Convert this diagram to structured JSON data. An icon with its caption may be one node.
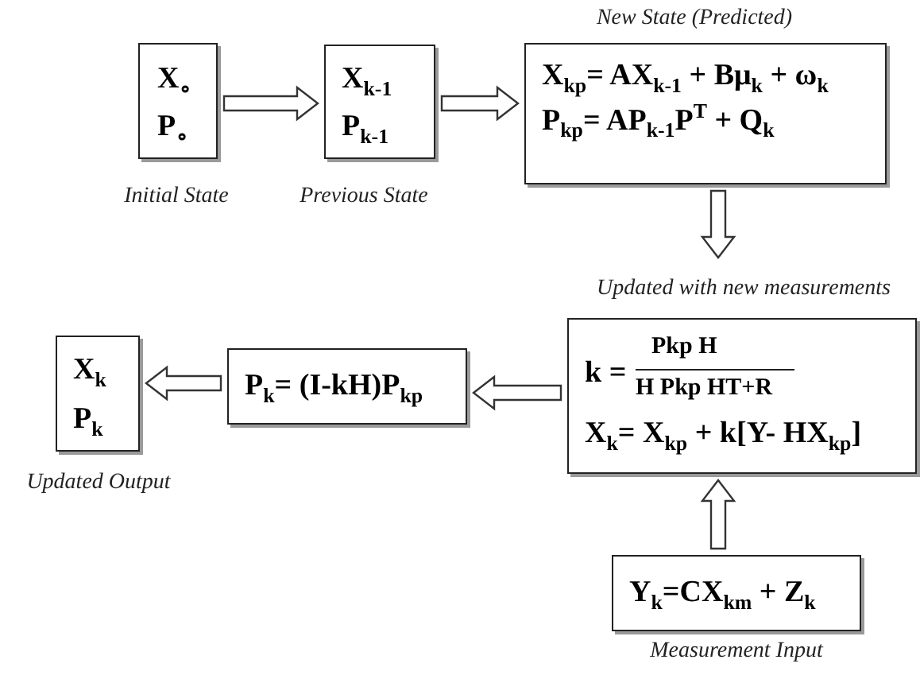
{
  "diagram": {
    "nodes": [
      {
        "text": [
          "X$_{∘}$",
          "P$_{∘}$"
        ],
        "beside": [
          "Initial State"
        ]
      },
      {
        "text": [
          "X$_{k-1}$",
          "P$_{k-1}$"
        ],
        "beside": [
          "Previous State"
        ]
      },
      {
        "text": [
          "X$_{kp}$= AX$_{k-1}$ + Bμ$_{k}$ + ω$_{k}$",
          "P$_{kp}$= AP$_{k-1}$P$^{T}$ + Q$_{k}$"
        ],
        "beside": [
          "New State (Predicted)"
        ]
      },
      {
        "text": [
          "k =",
          "Pkp H",
          "H Pkp HT+R",
          "X$_{k}$= X$_{kp}$ + k[Y- HX$_{kp}$]"
        ],
        "beside": [
          "Updated with new measurements"
        ]
      },
      {
        "text": [
          "P$_{k}$= (I-kH)P$_{kp}$"
        ]
      },
      {
        "text": [
          "X$_{k}$",
          "P$_{k}$"
        ],
        "beside": [
          "Updated Output"
        ]
      },
      {
        "text": [
          "Y$_{k}$=CX$_{km}$ + Z$_{k}$"
        ],
        "beside": [
          "Measurement Input"
        ]
      }
    ],
    "edges": [
      {
        "from": 0,
        "to": 1,
        "arrow": "to"
      },
      {
        "from": 1,
        "to": 2,
        "arrow": "to"
      },
      {
        "from": 2,
        "to": 3,
        "arrow": "to"
      },
      {
        "from": 3,
        "to": 4,
        "arrow": "to"
      },
      {
        "from": 4,
        "to": 5,
        "arrow": "to"
      },
      {
        "from": 6,
        "to": 3,
        "arrow": "to"
      }
    ]
  }
}
